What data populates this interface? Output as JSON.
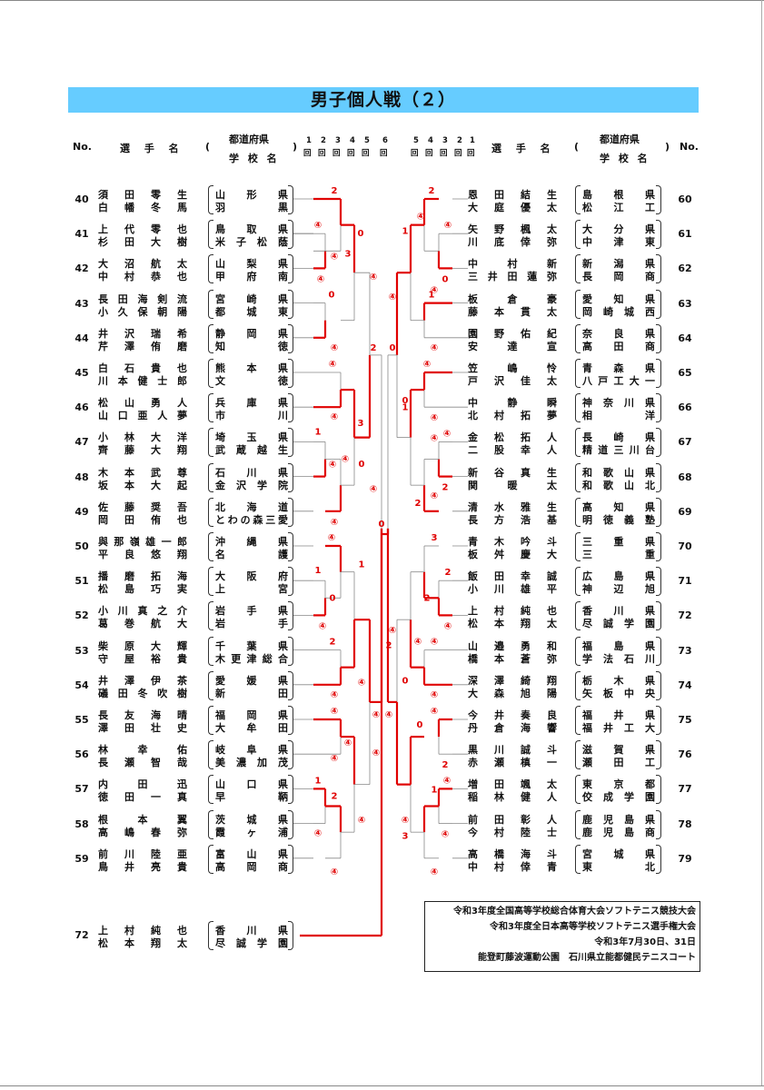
{
  "title": "男子個人戦（２）",
  "header": {
    "no": "No.",
    "player": "選 手 名",
    "paren_l": "(",
    "paren_r": ")",
    "pref": "都道府県",
    "school": "学 校 名",
    "rounds_left": [
      "1",
      "2",
      "3",
      "4",
      "5",
      "6"
    ],
    "rounds_right": [
      "5",
      "4",
      "3",
      "2",
      "1"
    ],
    "round_unit": "回"
  },
  "left": [
    {
      "no": "40",
      "p1": "須田零生",
      "p2": "白幡冬馬",
      "pref": "山形県",
      "sch": "羽黒"
    },
    {
      "no": "41",
      "p1": "上代零也",
      "p2": "杉田大樹",
      "pref": "鳥取県",
      "sch": "米子松蔭"
    },
    {
      "no": "42",
      "p1": "大沼航太",
      "p2": "中村恭也",
      "pref": "山梨県",
      "sch": "甲府南"
    },
    {
      "no": "43",
      "p1": "長田海剣流",
      "p2": "小久保朝陽",
      "pref": "宮崎県",
      "sch": "都城東"
    },
    {
      "no": "44",
      "p1": "井沢瑞希",
      "p2": "芹澤侑磨",
      "pref": "静岡県",
      "sch": "知徳"
    },
    {
      "no": "45",
      "p1": "白石貴也",
      "p2": "川本健士郎",
      "pref": "熊本県",
      "sch": "文徳"
    },
    {
      "no": "46",
      "p1": "松山勇人",
      "p2": "山口亜人夢",
      "pref": "兵庫県",
      "sch": "市川"
    },
    {
      "no": "47",
      "p1": "小林大洋",
      "p2": "齊藤大翔",
      "pref": "埼玉県",
      "sch": "武蔵越生"
    },
    {
      "no": "48",
      "p1": "木本武尊",
      "p2": "坂本大起",
      "pref": "石川県",
      "sch": "金沢学院"
    },
    {
      "no": "49",
      "p1": "佐藤奨吾",
      "p2": "岡田侑也",
      "pref": "北海道",
      "sch": "とわの森三愛"
    },
    {
      "no": "50",
      "p1": "與那嶺雄一郎",
      "p2": "平良悠翔",
      "pref": "沖縄県",
      "sch": "名護"
    },
    {
      "no": "51",
      "p1": "播磨拓海",
      "p2": "松島巧実",
      "pref": "大阪府",
      "sch": "上宮"
    },
    {
      "no": "52",
      "p1": "小川真之介",
      "p2": "葛巻航大",
      "pref": "岩手県",
      "sch": "岩手"
    },
    {
      "no": "53",
      "p1": "柴原大輝",
      "p2": "守屋裕貴",
      "pref": "千葉県",
      "sch": "木更津総合"
    },
    {
      "no": "54",
      "p1": "井澤伊茶",
      "p2": "礒田冬吹樹",
      "pref": "愛媛県",
      "sch": "新田"
    },
    {
      "no": "55",
      "p1": "長友海晴",
      "p2": "澤田壮史",
      "pref": "福岡県",
      "sch": "大牟田"
    },
    {
      "no": "56",
      "p1": "林幸佑",
      "p2": "長瀬智哉",
      "pref": "岐阜県",
      "sch": "美濃加茂"
    },
    {
      "no": "57",
      "p1": "内田迅",
      "p2": "徳田一真",
      "pref": "山口県",
      "sch": "早鞆"
    },
    {
      "no": "58",
      "p1": "根本翼",
      "p2": "高嶋春弥",
      "pref": "茨城県",
      "sch": "霞ヶ浦"
    },
    {
      "no": "59",
      "p1": "前川陸亜",
      "p2": "鳥井亮貴",
      "pref": "富山県",
      "sch": "高岡商"
    }
  ],
  "right": [
    {
      "no": "60",
      "p1": "恩田結生",
      "p2": "大庭優太",
      "pref": "島根県",
      "sch": "松江工"
    },
    {
      "no": "61",
      "p1": "矢野楓太",
      "p2": "川底倖弥",
      "pref": "大分県",
      "sch": "中津東"
    },
    {
      "no": "62",
      "p1": "中村新",
      "p2": "三井田蓮弥",
      "pref": "新潟県",
      "sch": "長岡商"
    },
    {
      "no": "63",
      "p1": "板倉豪",
      "p2": "藤本貫太",
      "pref": "愛知県",
      "sch": "岡崎城西"
    },
    {
      "no": "64",
      "p1": "園野佑紀",
      "p2": "安達宣",
      "pref": "奈良県",
      "sch": "高田商"
    },
    {
      "no": "65",
      "p1": "笠嶋怜",
      "p2": "戸沢佳太",
      "pref": "青森県",
      "sch": "八戸工大一"
    },
    {
      "no": "66",
      "p1": "中静瞬",
      "p2": "北村拓夢",
      "pref": "神奈川県",
      "sch": "相洋"
    },
    {
      "no": "67",
      "p1": "金松拓人",
      "p2": "二股幸人",
      "pref": "長崎県",
      "sch": "精道三川台"
    },
    {
      "no": "68",
      "p1": "新谷真生",
      "p2": "関暖太",
      "pref": "和歌山県",
      "sch": "和歌山北"
    },
    {
      "no": "69",
      "p1": "清水雅生",
      "p2": "長方浩基",
      "pref": "高知県",
      "sch": "明徳義塾"
    },
    {
      "no": "70",
      "p1": "青木吟斗",
      "p2": "板舛慶大",
      "pref": "三重県",
      "sch": "三重"
    },
    {
      "no": "71",
      "p1": "飯田幸誠",
      "p2": "小川雄平",
      "pref": "広島県",
      "sch": "神辺旭"
    },
    {
      "no": "72",
      "p1": "上村純也",
      "p2": "松本翔太",
      "pref": "香川県",
      "sch": "尽誠学園"
    },
    {
      "no": "73",
      "p1": "山邉勇和",
      "p2": "橋本蒼弥",
      "pref": "福島県",
      "sch": "学法石川"
    },
    {
      "no": "74",
      "p1": "深澤綺翔",
      "p2": "大森旭陽",
      "pref": "栃木県",
      "sch": "矢板中央"
    },
    {
      "no": "75",
      "p1": "今井奏良",
      "p2": "丹倉海響",
      "pref": "福井県",
      "sch": "福井工大"
    },
    {
      "no": "76",
      "p1": "黒川誠斗",
      "p2": "赤瀬槙一",
      "pref": "滋賀県",
      "sch": "瀬田工"
    },
    {
      "no": "77",
      "p1": "増田颯太",
      "p2": "稲林健人",
      "pref": "東京都",
      "sch": "佼成学園"
    },
    {
      "no": "78",
      "p1": "前田彰人",
      "p2": "今村陸士",
      "pref": "鹿児島県",
      "sch": "鹿児島商"
    },
    {
      "no": "79",
      "p1": "高橋海斗",
      "p2": "中村倖青",
      "pref": "宮城県",
      "sch": "東北"
    }
  ],
  "final": {
    "no": "72",
    "p1": "上村純也",
    "p2": "松本翔太",
    "pref": "香川県",
    "sch": "尽誠学園"
  },
  "scores_left": [
    "④",
    "④",
    "2",
    "④",
    "0",
    "④",
    "3",
    "0",
    "④",
    "④",
    "1",
    "④",
    "④",
    "④",
    "3",
    "0",
    "④",
    "④",
    "1",
    "④",
    "④",
    "0",
    "2",
    "④",
    "1",
    "④",
    "④",
    "④",
    "1",
    "④",
    "2",
    "④",
    "④",
    "④",
    "④",
    "2",
    "④",
    "④",
    "④",
    "3",
    "④",
    "1",
    "3"
  ],
  "scores_right": [
    "④",
    "0",
    "2",
    "④",
    "1",
    "④",
    "1",
    "④",
    "④",
    "④",
    "④",
    "2",
    "④",
    "2",
    "0",
    "④",
    "④",
    "1",
    "2",
    "④",
    "3",
    "2",
    "④",
    "④",
    "④",
    "0",
    "④",
    "2",
    "④",
    "④",
    "1",
    "④",
    "0",
    "④",
    "④",
    "3",
    "2",
    "④",
    "④",
    "④"
  ],
  "center_scores": [
    "2",
    "0",
    "1",
    "3",
    "④",
    "④",
    "0",
    "④",
    "④"
  ],
  "info": {
    "line1": "令和3年度全国高等学校総合体育大会ソフトテニス競技大会",
    "line2": "令和3年度全日本高等学校ソフトテニス選手権大会",
    "line3": "令和3年7月30日、31日",
    "line4": "能登町藤波運動公園　石川県立能都健民テニスコート"
  },
  "colors": {
    "title_bg": "#66ccff",
    "winner_line": "#e00000",
    "score": "#e00000"
  }
}
